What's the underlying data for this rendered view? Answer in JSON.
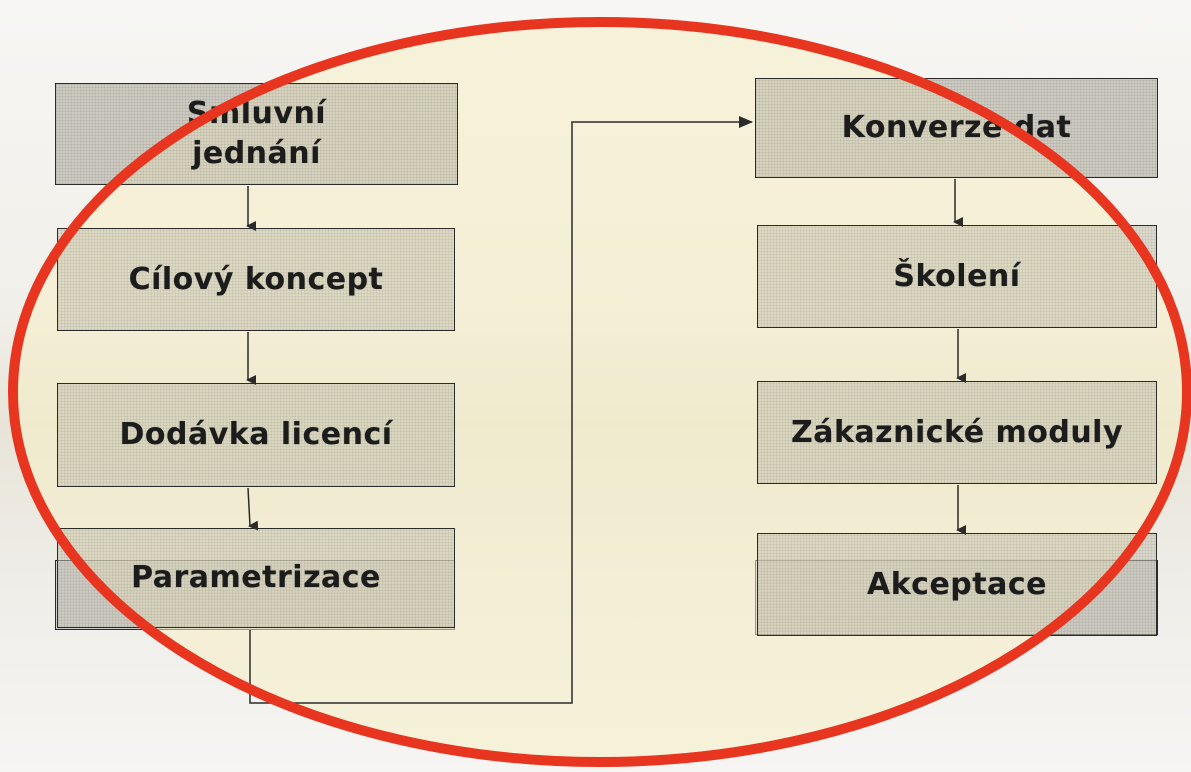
{
  "steps_left": [
    {
      "label": "Smluvní jednání"
    },
    {
      "label": "Cílový koncept"
    },
    {
      "label": "Dodávka licencí"
    },
    {
      "label": "Parametrizace"
    }
  ],
  "steps_right": [
    {
      "label": "Konverze dat"
    },
    {
      "label": "Školení"
    },
    {
      "label": "Zákaznické moduly"
    },
    {
      "label": "Akceptace"
    }
  ],
  "colors": {
    "ellipse_stroke": "#e8351f",
    "ellipse_fill": "#f5efc4",
    "box_border": "#2b2b2b",
    "text": "#1c1c1c"
  }
}
